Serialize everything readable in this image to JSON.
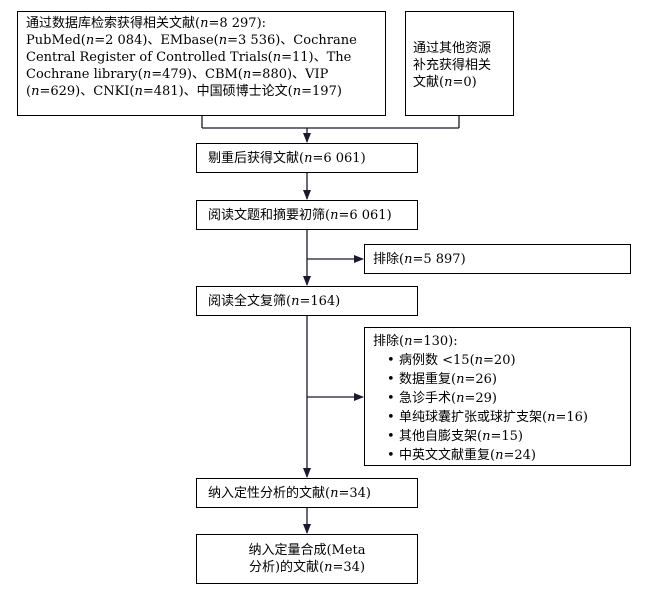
{
  "boxes": {
    "database": {
      "lines": [
        "通过数据库检索获得相关文献(n=8 297):",
        "PubMed(n=2 084)、EMbase(n=3 536)、Cochrane",
        "Central Register of Controlled Trials(n=11)、The",
        "Cochrane library(n=479)、CBM(n=880)、VIP",
        "(n=629)、CNKI(n=481)、中国硕博士论文(n=197)"
      ]
    },
    "other_sources": {
      "lines": [
        "通过其他资源",
        "补充获得相关",
        "文献(n=0)"
      ]
    },
    "dedup": "剔重后获得文献(n=6 061)",
    "screen": "阅读文题和摘要初筛(n=6 061)",
    "exclude1": "排除(n=5 897)",
    "fulltext": "阅读全文复筛(n=164)",
    "exclude2": {
      "head": "排除(n=130):",
      "bullet": "•",
      "items": [
        "病例数 <15(n=20)",
        "数据重复(n=26)",
        "急诊手术(n=29)",
        "单纯球囊扩张或球扩支架(n=16)",
        "其他自膨支架(n=15)",
        "中英文文献重复(n=24)"
      ]
    },
    "qualitative": "纳入定性分析的文献(n=34)",
    "meta": {
      "lines": [
        "纳入定量合成(Meta",
        "分析)的文献(n=34)"
      ]
    }
  }
}
